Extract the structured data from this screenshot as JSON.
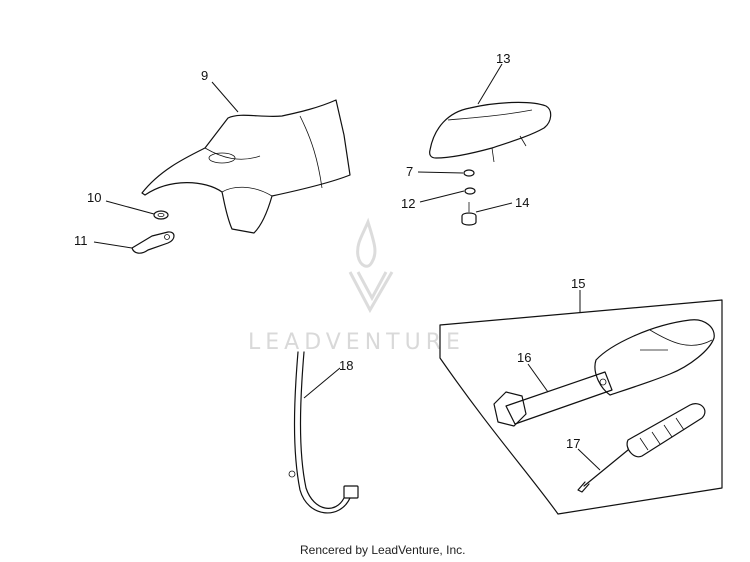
{
  "diagram": {
    "callouts": [
      "7",
      "9",
      "10",
      "11",
      "12",
      "13",
      "14",
      "15",
      "16",
      "17",
      "18"
    ],
    "watermark_text": "LEADVENTURE",
    "footer_credit": "Rencered by LeadVenture, Inc."
  }
}
